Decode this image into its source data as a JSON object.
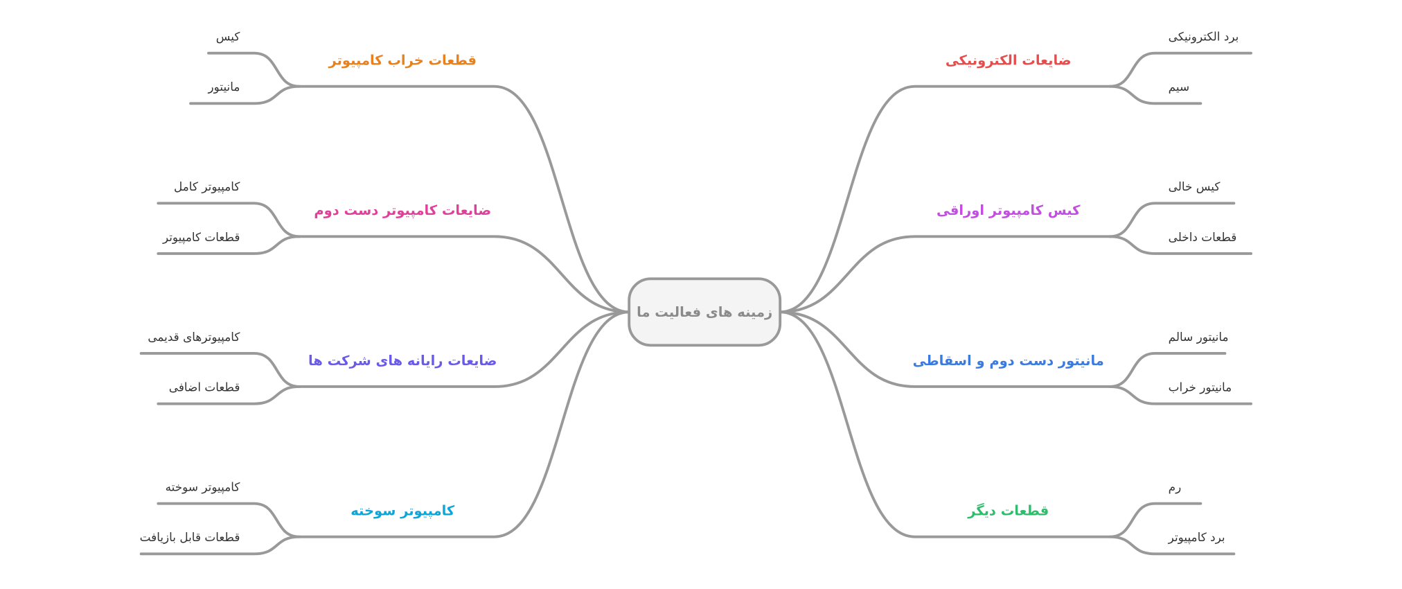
{
  "root": {
    "label": "زمینه های فعالیت ما"
  },
  "branches": [
    {
      "label": "ضایعات الکترونیکی",
      "side": "right",
      "color": "#e74c4c",
      "leaves": [
        "برد الکترونیکی",
        "سیم"
      ]
    },
    {
      "label": "کیس کامپیوتر اوراقی",
      "side": "right",
      "color": "#c34de0",
      "leaves": [
        "کیس خالی",
        "قطعات داخلی"
      ]
    },
    {
      "label": "مانیتور دست دوم و اسقاطی",
      "side": "right",
      "color": "#3b7be0",
      "leaves": [
        "مانیتور سالم",
        "مانیتور خراب"
      ]
    },
    {
      "label": "قطعات دیگر",
      "side": "right",
      "color": "#2ebd6b",
      "leaves": [
        "رم",
        "برد کامپیوتر"
      ]
    },
    {
      "label": "قطعات خراب کامپیوتر",
      "side": "left",
      "color": "#e8801c",
      "leaves": [
        "کیس",
        "مانیتور"
      ]
    },
    {
      "label": "ضایعات کامپیوتر دست دوم",
      "side": "left",
      "color": "#e0409a",
      "leaves": [
        "کامپیوتر کامل",
        "قطعات کامپیوتر"
      ]
    },
    {
      "label": "ضایعات رایانه های شرکت ها",
      "side": "left",
      "color": "#6a5ae8",
      "leaves": [
        "کامپیوترهای قدیمی",
        "قطعات اضافی"
      ]
    },
    {
      "label": "کامپیوتر سوخته",
      "side": "left",
      "color": "#0ea5d8",
      "leaves": [
        "کامپیوتر سوخته",
        "قطعات قابل بازیافت"
      ]
    }
  ]
}
